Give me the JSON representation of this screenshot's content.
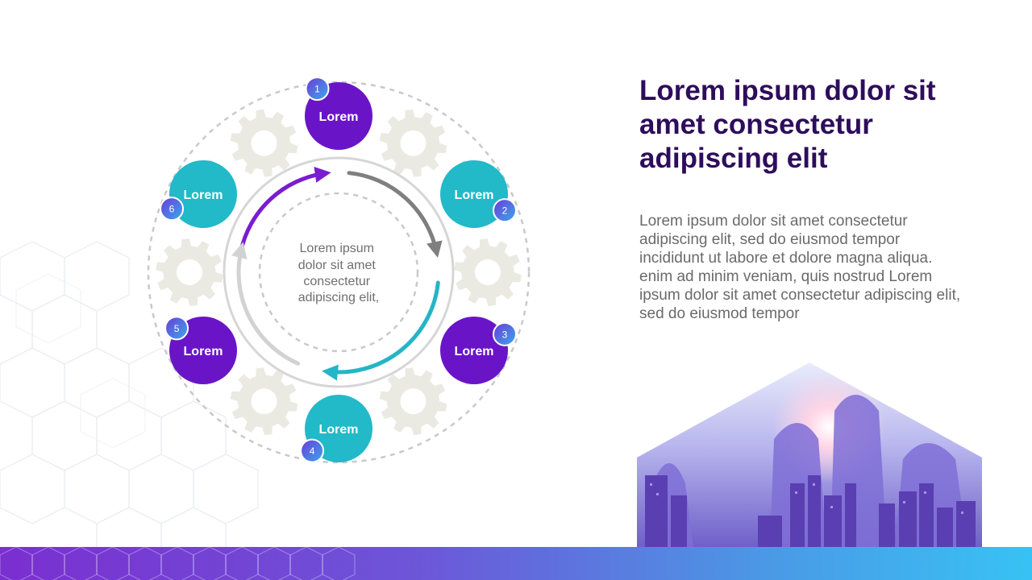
{
  "slide": {
    "title": "Lorem ipsum dolor sit amet consectetur adipiscing elit",
    "body": "Lorem ipsum dolor sit amet consectetur adipiscing elit, sed do eiusmod tempor incididunt ut labore et dolore magna aliqua. enim ad minim veniam, quis nostrud Lorem ipsum dolor sit amet consectetur adipiscing elit, sed do eiusmod tempor"
  },
  "cycle": {
    "center_text": [
      "Lorem ipsum",
      "dolor sit amet",
      "consectetur",
      "adipiscing elit,"
    ],
    "nodes": [
      {
        "label": "Lorem",
        "number": "1",
        "color": "#6a14c8"
      },
      {
        "label": "Lorem",
        "number": "2",
        "color": "#22b9c9"
      },
      {
        "label": "Lorem",
        "number": "3",
        "color": "#6a14c8"
      },
      {
        "label": "Lorem",
        "number": "4",
        "color": "#22b9c9"
      },
      {
        "label": "Lorem",
        "number": "5",
        "color": "#6a14c8"
      },
      {
        "label": "Lorem",
        "number": "6",
        "color": "#22b9c9"
      }
    ],
    "arrow_colors": {
      "purple": "#7a1ccf",
      "gray": "#7f7f7f",
      "teal": "#24b5c6",
      "light": "#d2d2d2"
    },
    "gear_color": "#ebeae2",
    "badge_gradient": [
      "#6a3bd6",
      "#3aa9ee"
    ]
  },
  "colors": {
    "title": "#2e0d5c",
    "body": "#6a6a6a"
  }
}
